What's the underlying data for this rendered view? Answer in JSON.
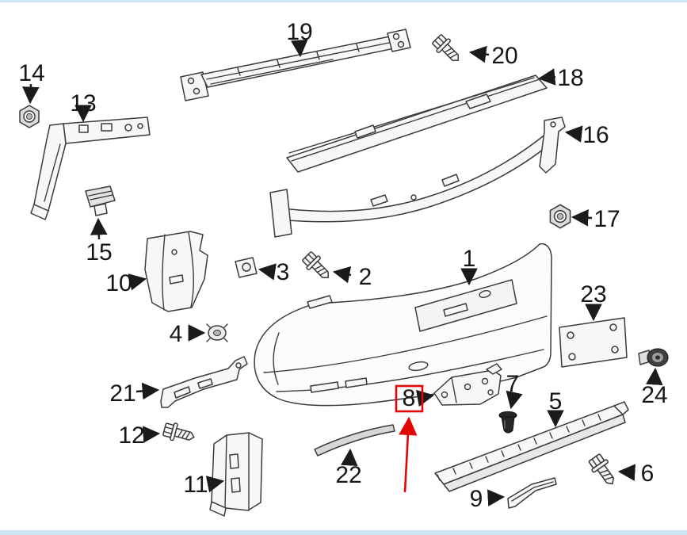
{
  "diagram": {
    "selected_callout": "8",
    "colors": {
      "background": "#ffffff",
      "line": "#3b3b3b",
      "highlight": "#e30505",
      "edge_band": "#cde4f1"
    },
    "callouts": [
      {
        "label": "1"
      },
      {
        "label": "2"
      },
      {
        "label": "3"
      },
      {
        "label": "4"
      },
      {
        "label": "5"
      },
      {
        "label": "6"
      },
      {
        "label": "7"
      },
      {
        "label": "8"
      },
      {
        "label": "9"
      },
      {
        "label": "10"
      },
      {
        "label": "11"
      },
      {
        "label": "12"
      },
      {
        "label": "13"
      },
      {
        "label": "14"
      },
      {
        "label": "15"
      },
      {
        "label": "16"
      },
      {
        "label": "17"
      },
      {
        "label": "18"
      },
      {
        "label": "19"
      },
      {
        "label": "20"
      },
      {
        "label": "21"
      },
      {
        "label": "22"
      },
      {
        "label": "23"
      },
      {
        "label": "24"
      }
    ]
  }
}
